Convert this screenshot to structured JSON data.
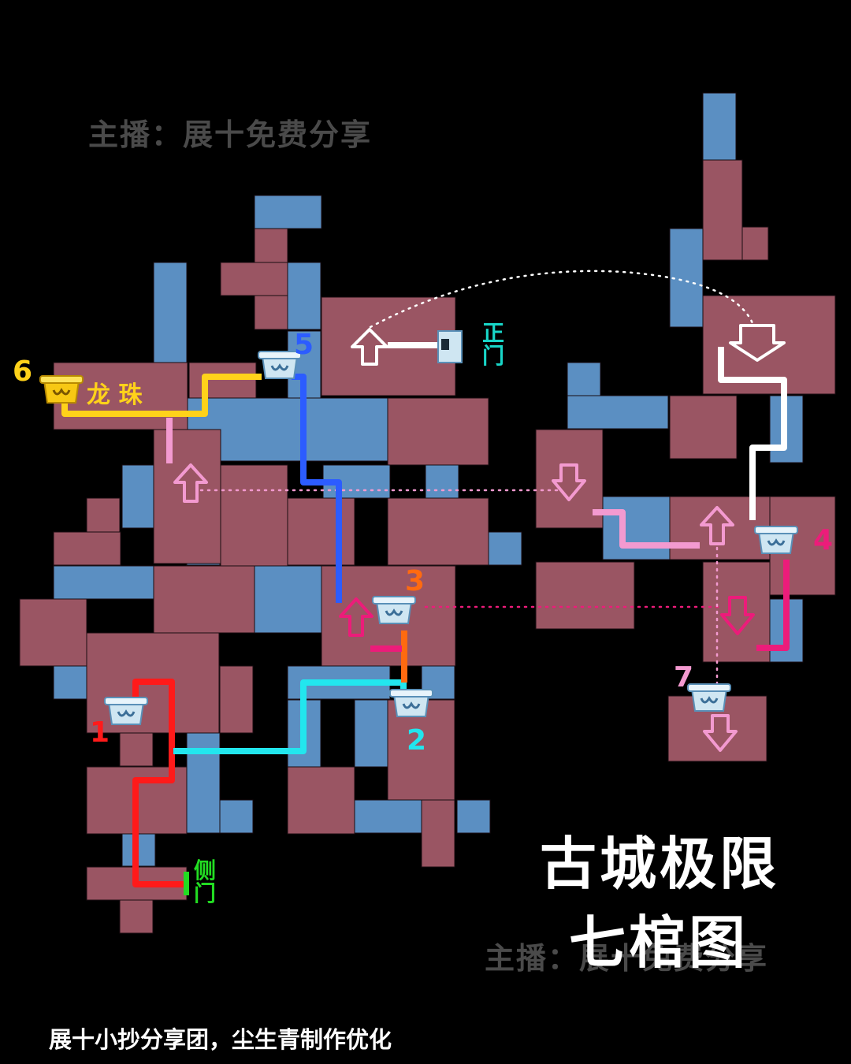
{
  "watermarks": {
    "top": "主播：展十免费分享",
    "bottom": "主播：展十免费分享"
  },
  "title": {
    "line1": "古城极限",
    "line2": "七棺图"
  },
  "credit": "展十小抄分享团，尘生青制作优化",
  "labels": {
    "dragon_pearl": "龙 珠",
    "main_gate": "正门",
    "side_gate": "侧门"
  },
  "coffins": [
    {
      "number": "1",
      "color": "#ff1a1a"
    },
    {
      "number": "2",
      "color": "#22e6ee"
    },
    {
      "number": "3",
      "color": "#ff6a10"
    },
    {
      "number": "4",
      "color": "#ec1c7a"
    },
    {
      "number": "5",
      "color": "#2c5cff"
    },
    {
      "number": "6",
      "color": "#ffd21a"
    },
    {
      "number": "7",
      "color": "#f39ad0"
    }
  ],
  "colors": {
    "room_red": "#9a5563",
    "room_blue": "#5b8fc2",
    "route_white": "#ffffff",
    "side_gate": "#22dd22",
    "main_gate": "#18d6c8"
  }
}
